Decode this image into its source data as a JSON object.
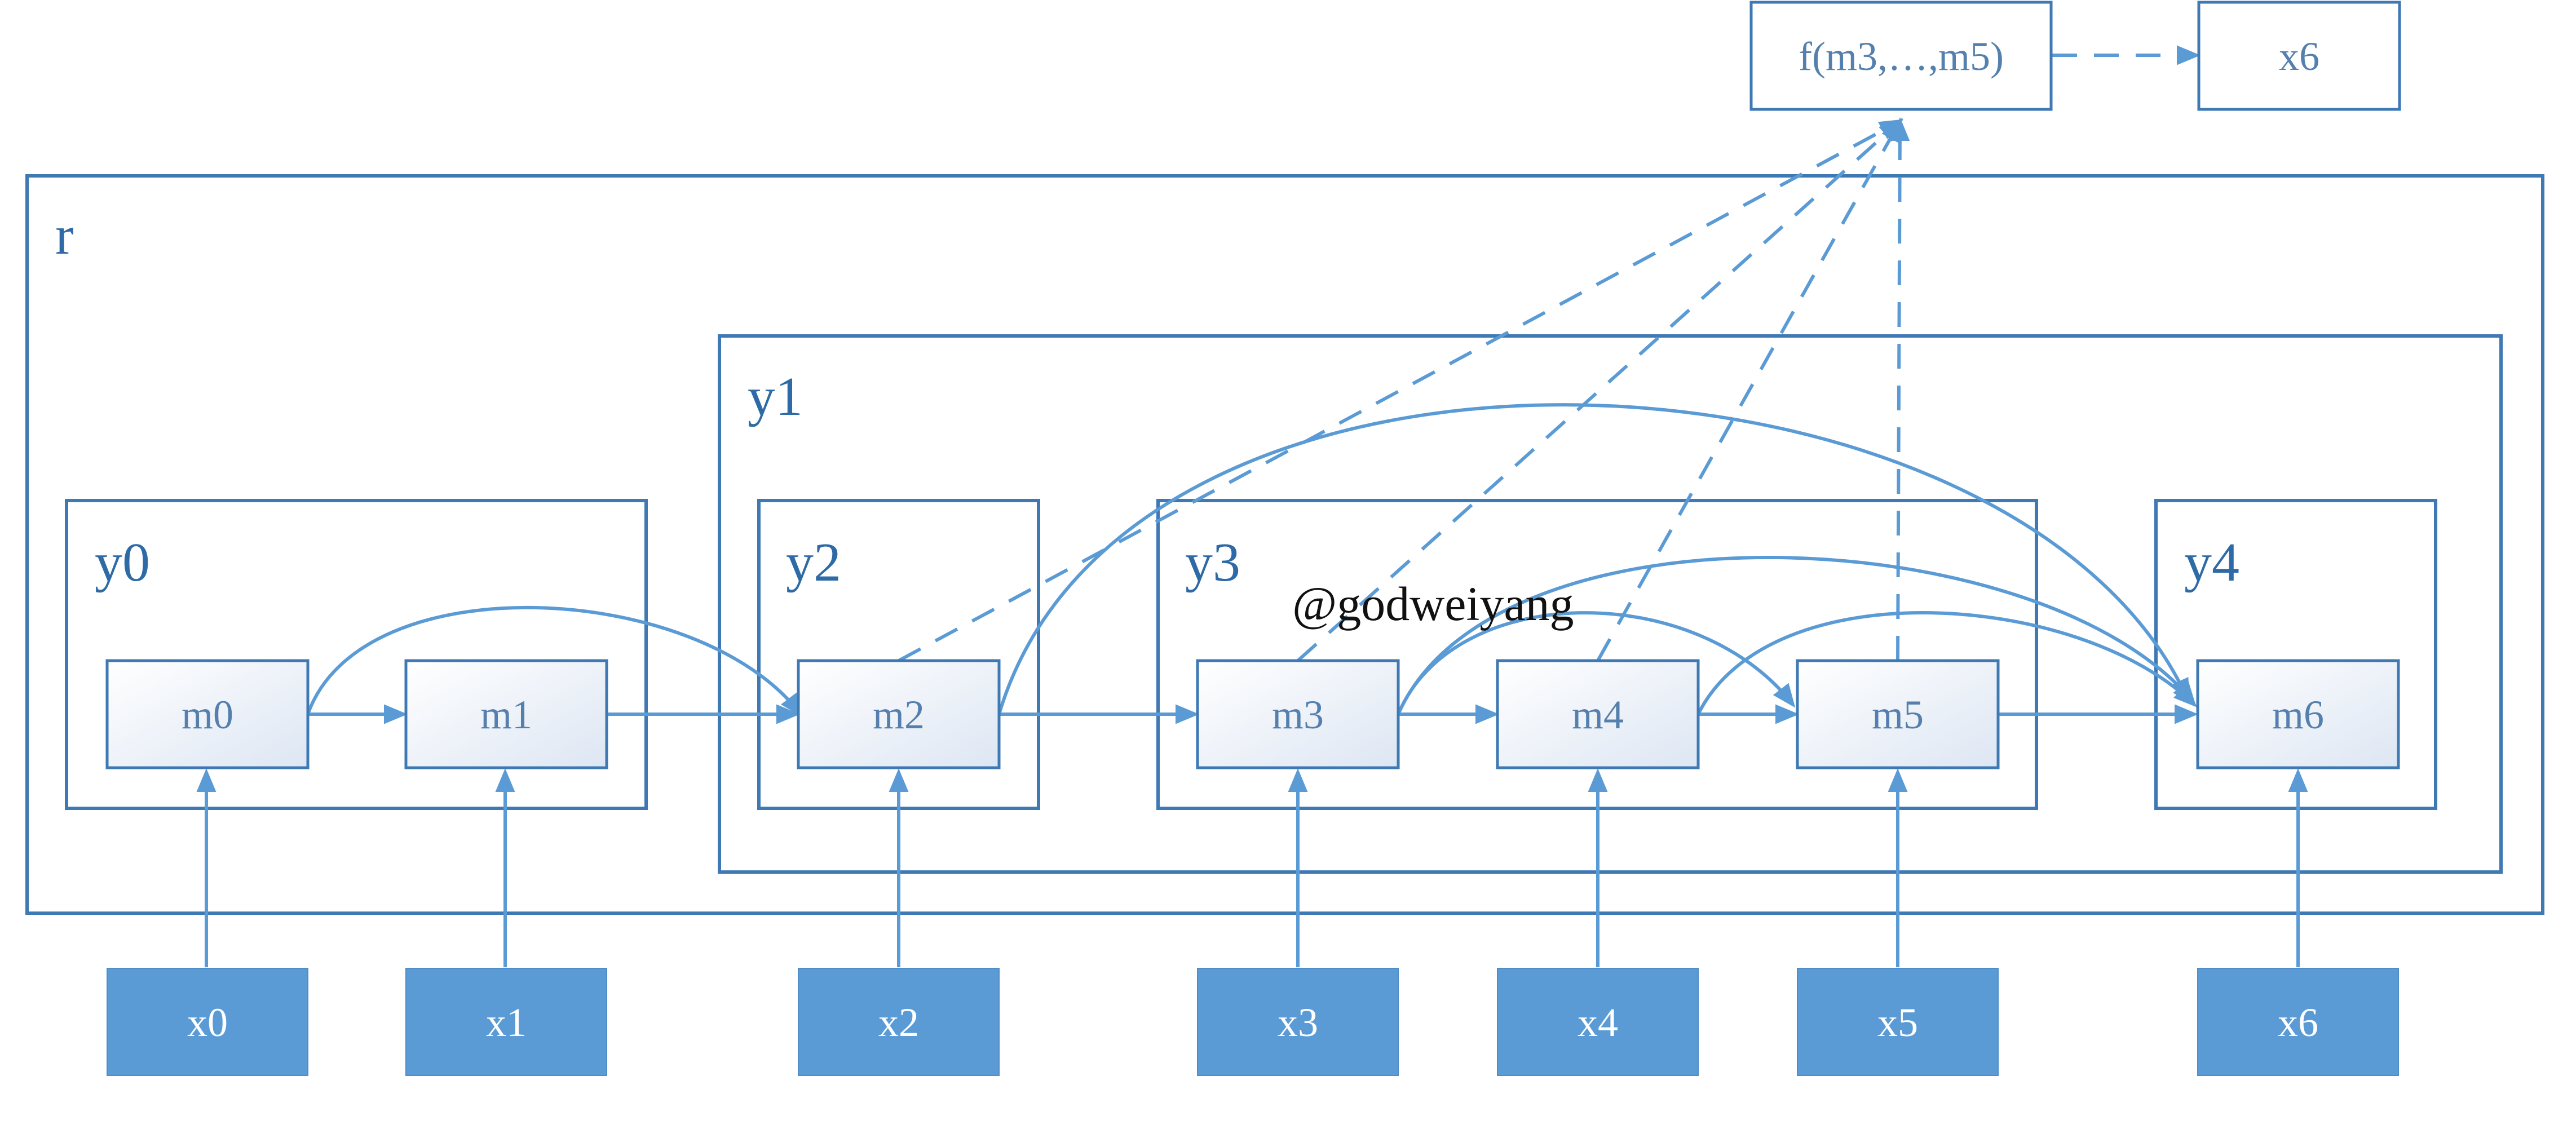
{
  "groups": {
    "r": "r",
    "y0": "y0",
    "y1": "y1",
    "y2": "y2",
    "y3": "y3",
    "y4": "y4"
  },
  "hidden_nodes": [
    "m0",
    "m1",
    "m2",
    "m3",
    "m4",
    "m5",
    "m6"
  ],
  "inputs": [
    "x0",
    "x1",
    "x2",
    "x3",
    "x4",
    "x5",
    "x6"
  ],
  "top": {
    "function": "f(m3,…,m5)",
    "output": "x6"
  },
  "watermark": "@godweiyang",
  "colors": {
    "stroke": "#3f79b4",
    "arrow": "#5b9bd5",
    "input_fill": "#5b9bd5",
    "text": "#5580ad"
  }
}
